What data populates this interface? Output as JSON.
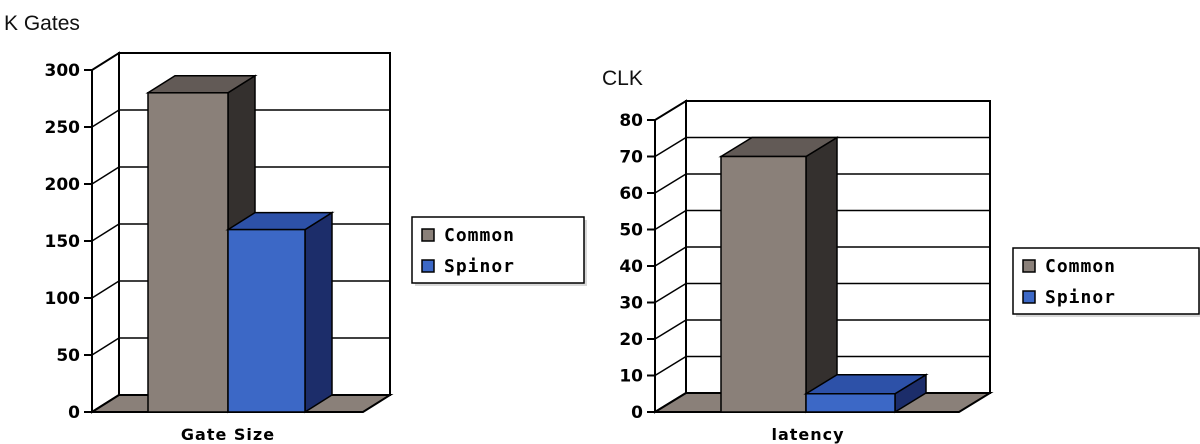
{
  "colors": {
    "common_front": "#8a8079",
    "common_top": "#625a56",
    "common_side": "#34302e",
    "spinor_front": "#3c68c6",
    "spinor_top": "#2d51a8",
    "spinor_side": "#1c2d6a",
    "floor": "#8a8079"
  },
  "chart_data": [
    {
      "type": "bar",
      "ylabel": "K Gates",
      "categories": [
        "Gate Size"
      ],
      "ylim": [
        0,
        300
      ],
      "yticks": [
        0,
        50,
        100,
        150,
        200,
        250,
        300
      ],
      "grid": true,
      "legend_position": "right",
      "series": [
        {
          "name": "Common",
          "values": [
            280
          ]
        },
        {
          "name": "Spinor",
          "values": [
            160
          ]
        }
      ]
    },
    {
      "type": "bar",
      "ylabel": "CLK",
      "categories": [
        "latency"
      ],
      "ylim": [
        0,
        80
      ],
      "yticks": [
        0,
        10,
        20,
        30,
        40,
        50,
        60,
        70,
        80
      ],
      "grid": true,
      "legend_position": "right",
      "series": [
        {
          "name": "Common",
          "values": [
            70
          ]
        },
        {
          "name": "Spinor",
          "values": [
            5
          ]
        }
      ]
    }
  ]
}
